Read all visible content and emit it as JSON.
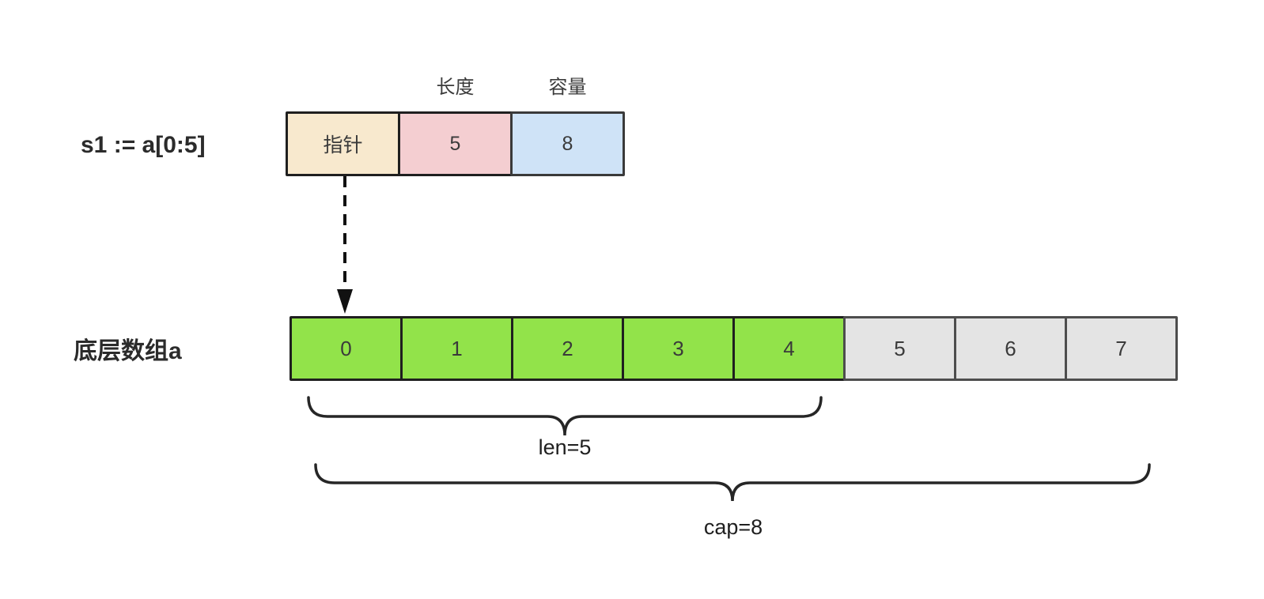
{
  "colors": {
    "background": "#ffffff",
    "pointer_box": "#f8e9ce",
    "length_box": "#f4ced1",
    "capacity_box": "#cfe3f7",
    "capacity_box_border": "#3a3a3a",
    "slice_cell": "#92e34a",
    "spare_cell": "#e4e4e4",
    "dark_border": "#1f1f1f",
    "spare_border": "#4d4d4d",
    "label_text": "#2b2b2b",
    "cell_text": "#3a3a3a"
  },
  "slice": {
    "declaration": "s1 := a[0:5]",
    "field_labels": {
      "length": "长度",
      "capacity": "容量"
    },
    "fields": {
      "pointer": "指针",
      "length": "5",
      "capacity": "8"
    }
  },
  "array": {
    "label": "底层数组a",
    "cells": [
      {
        "value": "0",
        "state": "in-slice"
      },
      {
        "value": "1",
        "state": "in-slice"
      },
      {
        "value": "2",
        "state": "in-slice"
      },
      {
        "value": "3",
        "state": "in-slice"
      },
      {
        "value": "4",
        "state": "in-slice"
      },
      {
        "value": "5",
        "state": "spare"
      },
      {
        "value": "6",
        "state": "spare"
      },
      {
        "value": "7",
        "state": "spare"
      }
    ]
  },
  "annotations": {
    "len": "len=5",
    "cap": "cap=8"
  }
}
